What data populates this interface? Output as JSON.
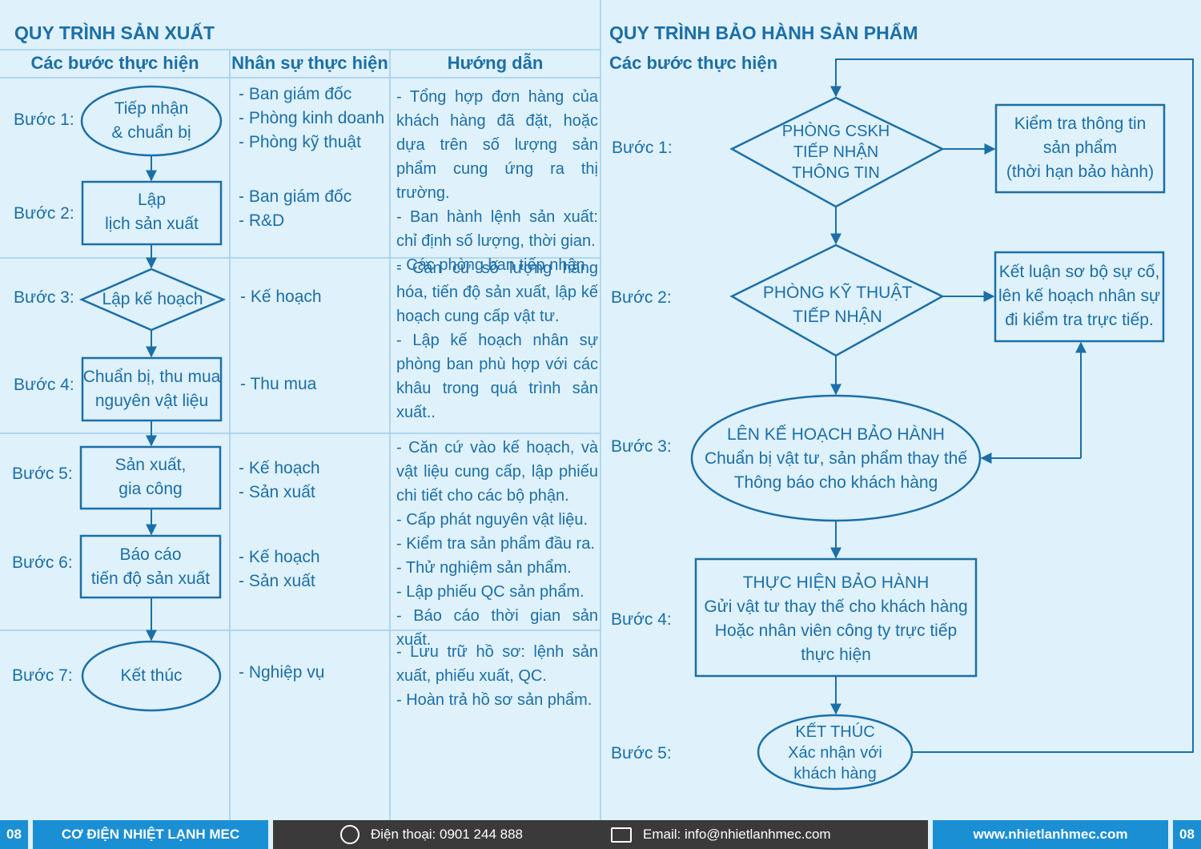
{
  "left": {
    "title": "QUY TRÌNH SẢN XUẤT",
    "columns": [
      "Các bước thực hiện",
      "Nhân sự thực hiện",
      "Hướng dẫn"
    ],
    "steps": [
      {
        "label": "Bước 1:",
        "shape": "ellipse",
        "text": [
          "Tiếp nhận",
          "& chuẩn bị"
        ]
      },
      {
        "label": "Bước 2:",
        "shape": "rect",
        "text": [
          "Lập",
          "lịch sản xuất"
        ]
      },
      {
        "label": "Bước 3:",
        "shape": "diamond",
        "text": [
          "Lập kế hoạch"
        ]
      },
      {
        "label": "Bước 4:",
        "shape": "rect",
        "text": [
          "Chuẩn bị, thu mua",
          "nguyên vật liệu"
        ]
      },
      {
        "label": "Bước 5:",
        "shape": "rect",
        "text": [
          "Sản xuất,",
          "gia công"
        ]
      },
      {
        "label": "Bước 6:",
        "shape": "rect",
        "text": [
          "Báo cáo",
          "tiến độ sản xuất"
        ]
      },
      {
        "label": "Bước 7:",
        "shape": "ellipse",
        "text": [
          "Kết thúc"
        ]
      }
    ],
    "staff": [
      [
        "- Ban giám đốc",
        "- Phòng kinh doanh",
        "- Phòng kỹ thuật"
      ],
      [
        "- Ban giám đốc",
        "- R&D"
      ],
      [
        "- Kế hoạch"
      ],
      [
        "- Thu mua"
      ],
      [
        "- Kế hoạch",
        "- Sản xuất"
      ],
      [
        "- Kế hoạch",
        "- Sản xuất"
      ],
      [
        "- Nghiệp vụ"
      ]
    ],
    "guides": [
      [
        "- Tổng hợp đơn hàng của khách hàng đã đặt, hoặc dựa trên số lượng sản phẩm cung ứng ra thị trường.",
        "- Ban hành lệnh sản xuất: chỉ định số lượng, thời gian.",
        "- Các phòng ban tiếp nhận"
      ],
      [
        "- Căn cứ số lượng hàng hóa, tiến độ sản xuất, lập kế hoạch cung cấp vật tư.",
        "- Lập kế hoạch nhân sự phòng ban phù hợp với các khâu trong quá trình sản xuất.."
      ],
      [
        "- Căn cứ vào kế hoạch, và vật liệu cung cấp, lập phiếu chi tiết cho các bộ phận.",
        "- Cấp phát nguyên vật liệu.",
        "- Kiểm tra sản phẩm đầu ra.",
        "- Thử nghiệm sản phẩm.",
        "- Lập phiếu QC sản phẩm.",
        "- Báo cáo thời gian sản xuất."
      ],
      [
        "- Lưu trữ hồ sơ: lệnh sản xuất, phiếu xuất, QC.",
        "- Hoàn trả hồ sơ sản phẩm."
      ]
    ]
  },
  "right": {
    "title": "QUY TRÌNH BẢO HÀNH SẢN PHẨM",
    "subtitle": "Các bước thực hiện",
    "steps": [
      {
        "label": "Bước 1:",
        "shape": "diamond",
        "text": [
          "PHÒNG CSKH",
          "TIẾP NHẬN",
          "THÔNG TIN"
        ]
      },
      {
        "label": "Bước 2:",
        "shape": "diamond",
        "text": [
          "PHÒNG KỸ THUẬT",
          "TIẾP NHẬN"
        ]
      },
      {
        "label": "Bước 3:",
        "shape": "ellipse",
        "text": [
          "LÊN KẾ HOẠCH BẢO HÀNH",
          "Chuẩn bị vật tư, sản phẩm thay thế",
          "Thông báo cho khách hàng"
        ]
      },
      {
        "label": "Bước 4:",
        "shape": "rect",
        "text": [
          "THỰC HIỆN BẢO HÀNH",
          "Gửi vật tư thay thế cho khách hàng",
          "Hoặc nhân viên công ty trực tiếp",
          "thực hiện"
        ]
      },
      {
        "label": "Bước 5:",
        "shape": "ellipse",
        "text": [
          "KẾT THÚC",
          "Xác nhận với",
          "khách hàng"
        ]
      }
    ],
    "side_boxes": [
      {
        "text": [
          "Kiểm tra thông tin",
          "sản phẩm",
          "(thời hạn bảo hành)"
        ]
      },
      {
        "text": [
          "Kết luận sơ bộ sự cố,",
          "lên kế hoạch nhân sự",
          "đi kiểm tra trực tiếp."
        ]
      }
    ]
  },
  "footer": {
    "page_left": "08",
    "brand": "CƠ ĐIỆN NHIỆT LẠNH MEC",
    "phone": "Điện thoại: 0901 244 888",
    "email": "Email: info@nhietlanhmec.com",
    "website": "www.nhietlanhmec.com",
    "page_right": "08"
  },
  "colors": {
    "primary": "#1b6fa8",
    "line": "#9fd0ea",
    "bg": "#dff1fb",
    "footer_blue": "#1b8fd3",
    "footer_dark": "#3a3a3a"
  }
}
